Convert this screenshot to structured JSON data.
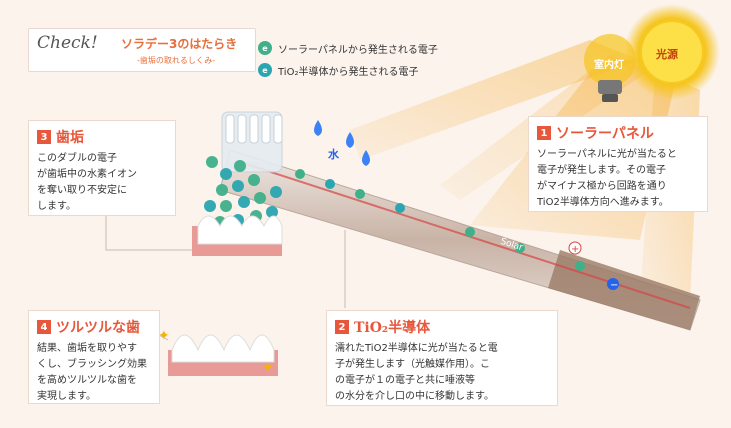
{
  "header": {
    "check": "Check!",
    "title": "ソラデー3のはたらき",
    "subtitle": "-歯垢の取れるしくみ-"
  },
  "legend": [
    {
      "icon": "electron-green-icon",
      "label": "ソーラーパネルから発生される電子"
    },
    {
      "icon": "electron-teal-icon",
      "label": "TiO₂半導体から発生される電子"
    }
  ],
  "light_sources": {
    "lamp": "室内灯",
    "sun": "光源"
  },
  "water_label": "水",
  "brand_on_handle": "Solar",
  "callouts": [
    {
      "num": "1",
      "title": "ソーラーパネル",
      "lines": [
        "ソーラーパネルに光が当たると",
        "電子が発生します。その電子",
        "がマイナス極から回路を通り",
        "TiO2半導体方向へ進みます。"
      ]
    },
    {
      "num": "2",
      "title": "TiO₂半導体",
      "lines": [
        "濡れたTiO2半導体に光が当たると電",
        "子が発生します（光触媒作用）。こ",
        "の電子が１の電子と共に唾液等",
        "の水分を介し口の中に移動します。"
      ]
    },
    {
      "num": "3",
      "title": "歯垢",
      "lines": [
        "このダブルの電子",
        "が歯垢中の水素イオン",
        "を奪い取り不安定に",
        "します。"
      ]
    },
    {
      "num": "4",
      "title": "ツルツルな歯",
      "lines": [
        "結果、歯垢を取りやす",
        "くし、ブラッシング効果",
        "を高めツルツルな歯を",
        "実現します。"
      ]
    }
  ],
  "colors": {
    "accent": "#e7573b",
    "background": "#fbf3ec",
    "electron_green": "#3fb08a",
    "electron_teal": "#2aa6b0",
    "sun": "#f8d22a"
  }
}
